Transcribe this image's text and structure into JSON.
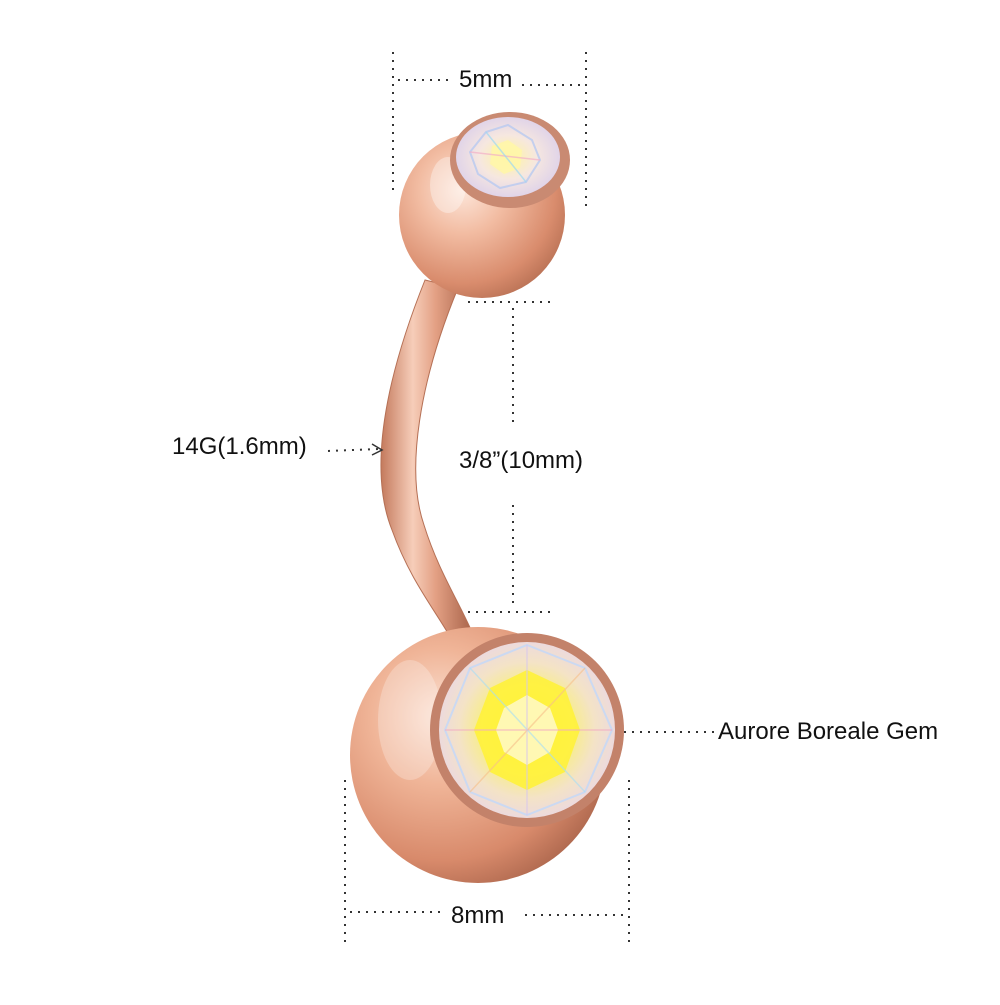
{
  "dimensions": {
    "top_ball": "5mm",
    "bar_gauge": "14G(1.6mm)",
    "bar_length": "3/8”(10mm)",
    "gem": "Aurore Boreale Gem",
    "bottom_ball": "8mm"
  },
  "colors": {
    "metal": "#e8a486",
    "metal_highlight": "#fde6da",
    "metal_shadow": "#b06a4e",
    "gem_center": "#fff23a",
    "dimension_line": "#333333",
    "label_text": "#111111"
  }
}
